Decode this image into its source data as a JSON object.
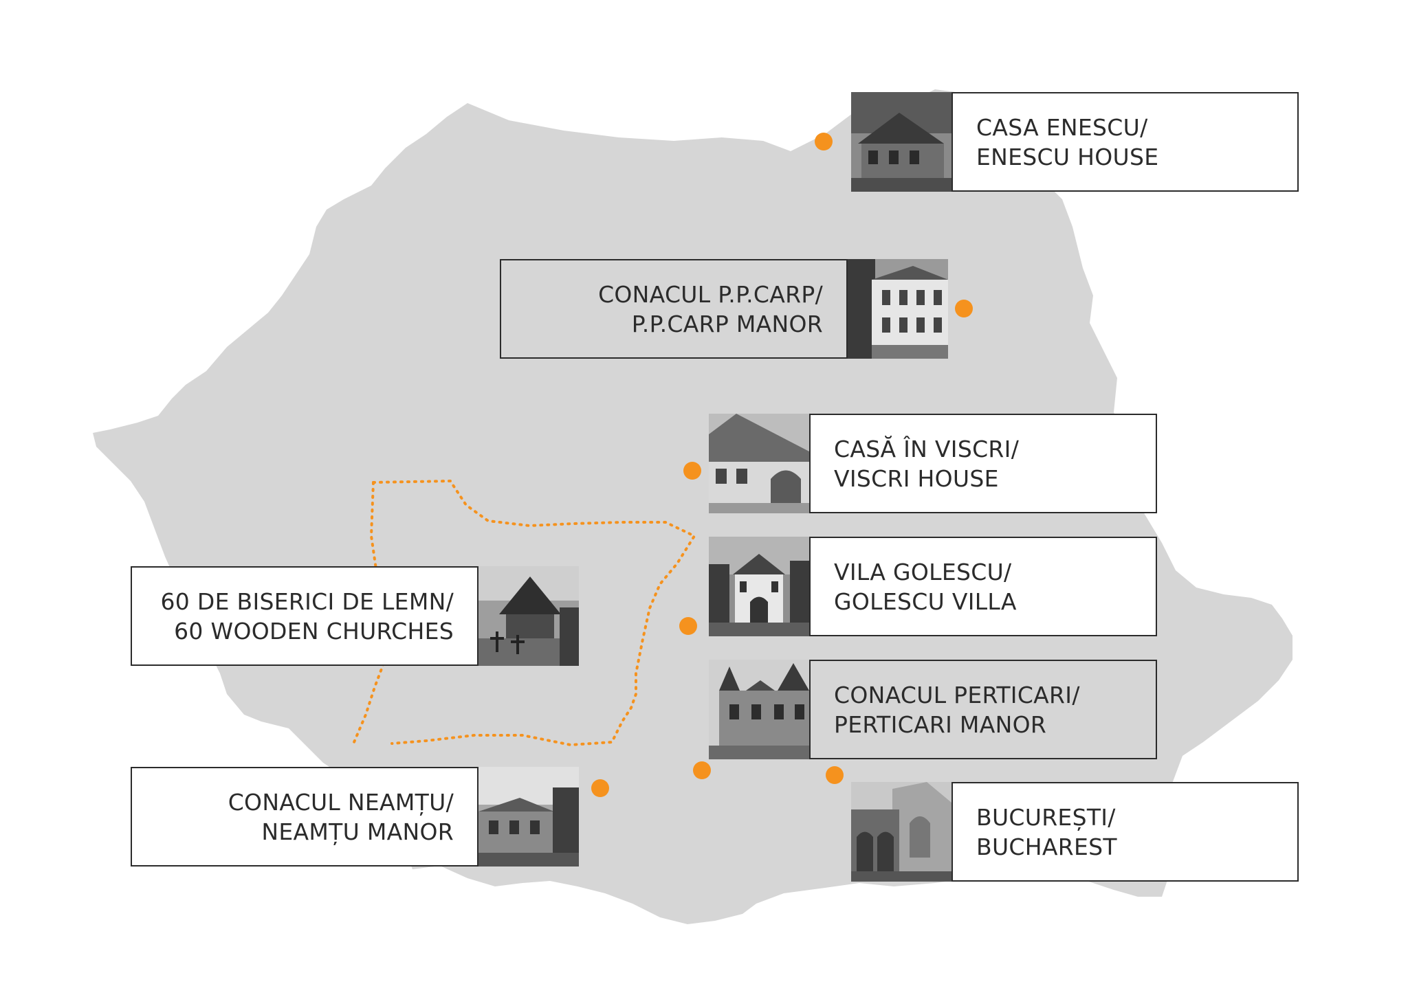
{
  "colors": {
    "country_fill": "#d6d6d6",
    "marker": "#f5921e",
    "route": "#f5921e",
    "box_border": "#2b2b2b",
    "text": "#2b2b2b"
  },
  "locations": [
    {
      "id": "enescu",
      "line1": "CASA ENESCU/",
      "line2": "ENESCU HOUSE",
      "photo_icon": "house-photo-icon"
    },
    {
      "id": "carp",
      "line1": "CONACUL P.P.CARP/",
      "line2": "P.P.CARP MANOR",
      "photo_icon": "manor-photo-icon"
    },
    {
      "id": "viscri",
      "line1": "CASĂ ÎN VISCRI/",
      "line2": "VISCRI HOUSE",
      "photo_icon": "house-photo-icon"
    },
    {
      "id": "golescu",
      "line1": "VILA GOLESCU/",
      "line2": "GOLESCU VILLA",
      "photo_icon": "villa-photo-icon"
    },
    {
      "id": "perticari",
      "line1": "CONACUL PERTICARI/",
      "line2": "PERTICARI MANOR",
      "photo_icon": "manor-photo-icon"
    },
    {
      "id": "churches",
      "line1": "60 DE BISERICI DE LEMN/",
      "line2": "60 WOODEN CHURCHES",
      "photo_icon": "church-photo-icon"
    },
    {
      "id": "neamtu",
      "line1": "CONACUL NEAMȚU/",
      "line2": "NEAMȚU MANOR",
      "photo_icon": "manor-photo-icon"
    },
    {
      "id": "bucuresti",
      "line1": "BUCUREȘTI/",
      "line2": "BUCHAREST",
      "photo_icon": "building-photo-icon"
    }
  ]
}
